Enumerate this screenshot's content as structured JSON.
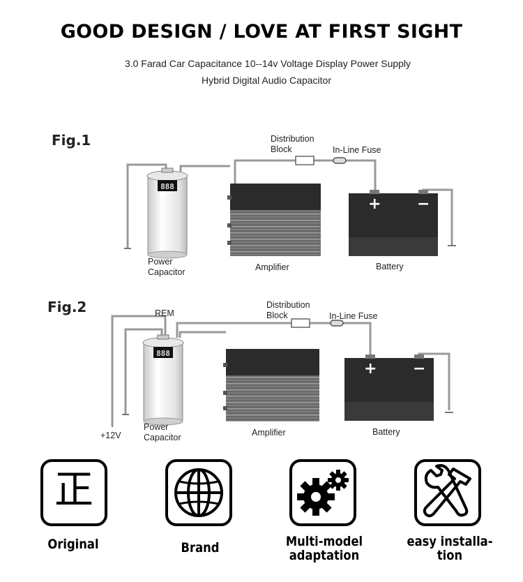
{
  "header": {
    "title": "GOOD DESIGN / LOVE AT FIRST SIGHT",
    "subtitle_line1": "3.0 Farad Car Capacitance 10--14v Voltage Display Power Supply",
    "subtitle_line2": "Hybrid Digital Audio Capacitor"
  },
  "fig1": {
    "label": "Fig.1",
    "distribution_block": [
      "Distribution",
      "Block"
    ],
    "inline_fuse": "In-Line Fuse",
    "power_capacitor": [
      "Power",
      "Capacitor"
    ],
    "amplifier": "Amplifier",
    "battery": "Battery",
    "plus": "+",
    "minus": "−"
  },
  "fig2": {
    "label": "Fig.2",
    "rem": "REM",
    "distribution_block": [
      "Distribution",
      "Block"
    ],
    "inline_fuse": "In-Line Fuse",
    "power_capacitor": [
      "Power",
      "Capacitor"
    ],
    "amplifier": "Amplifier",
    "battery": "Battery",
    "v12": "+12V",
    "plus": "+",
    "minus": "−"
  },
  "features": [
    {
      "icon": "zheng-character-icon",
      "glyph": "正",
      "label": [
        "Original"
      ]
    },
    {
      "icon": "globe-icon",
      "label": [
        "Brand"
      ]
    },
    {
      "icon": "gears-icon",
      "label": [
        "Multi-model",
        "adaptation"
      ]
    },
    {
      "icon": "tools-icon",
      "label": [
        "easy installa-",
        "tion"
      ]
    }
  ]
}
